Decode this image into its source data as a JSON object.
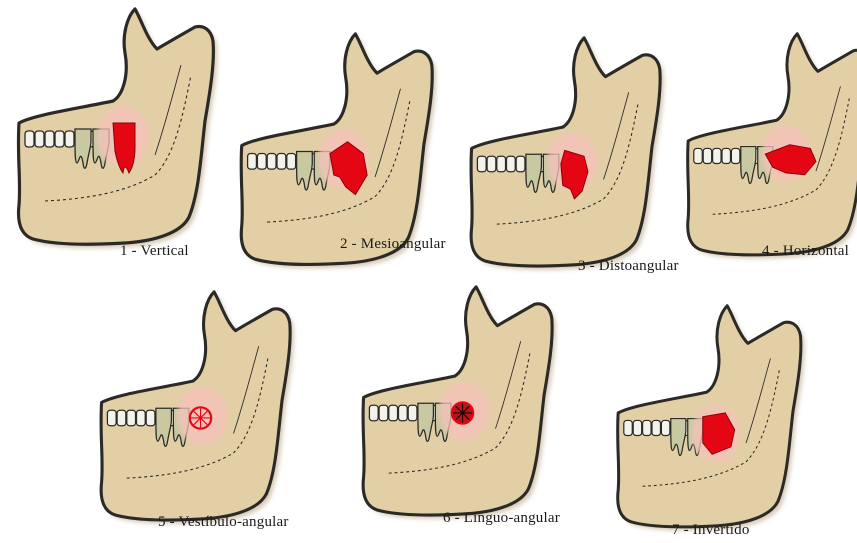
{
  "figure": {
    "panels": [
      {
        "label": "1 - Vertical",
        "orientation": "vertical"
      },
      {
        "label": "2 - Mesioangular",
        "orientation": "mesioangular"
      },
      {
        "label": "3 - Distoangular",
        "orientation": "distoangular"
      },
      {
        "label": "4 - Horizontal",
        "orientation": "horizontal"
      },
      {
        "label": "5 - Vestíbulo-angular",
        "orientation": "buccoangular"
      },
      {
        "label": "6 - Linguo-angular",
        "orientation": "linguoangular"
      },
      {
        "label": "7 - Invertido",
        "orientation": "inverted"
      }
    ]
  },
  "colors": {
    "bone": "#e2cfa6",
    "bone_dark": "#a98b62",
    "outline": "#2b2a26",
    "teeth": "#f3f3ec",
    "roots": "#c8c9a0",
    "impacted_tooth": "#e40613",
    "highlight": "#f7c1bb"
  }
}
